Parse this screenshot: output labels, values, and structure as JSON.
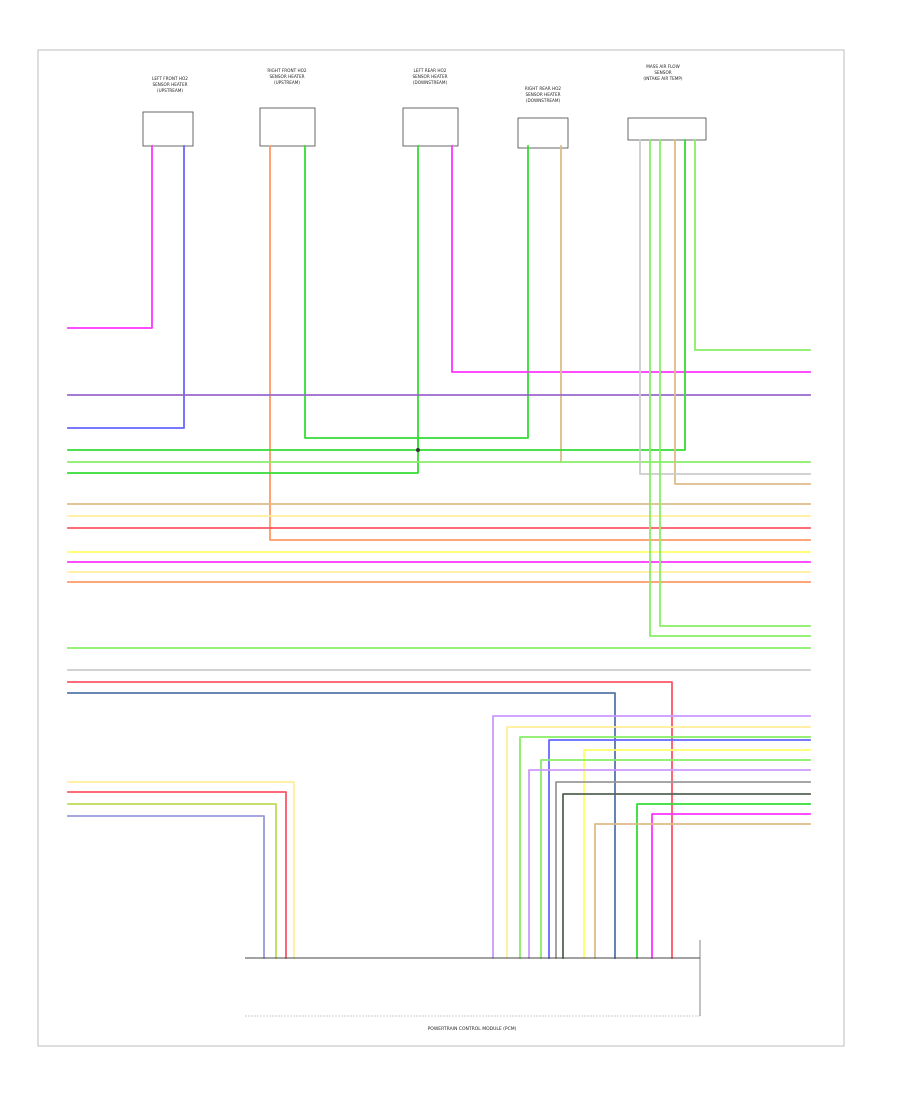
{
  "figure_id": "",
  "pcm": {
    "label": "POWERTRAIN CONTROL MODULE (PCM)"
  },
  "components": [
    {
      "lines": [
        "LEFT FRONT HO2",
        "SENSOR HEATER",
        "(UPSTREAM)"
      ],
      "connector": ""
    },
    {
      "lines": [
        "RIGHT FRONT HO2",
        "SENSOR HEATER",
        "(UPSTREAM)"
      ],
      "connector": ""
    },
    {
      "lines": [
        "LEFT REAR HO2",
        "SENSOR HEATER",
        "(DOWNSTREAM)"
      ],
      "connector": ""
    },
    {
      "lines": [
        "RIGHT REAR HO2",
        "SENSOR HEATER",
        "(DOWNSTREAM)"
      ],
      "connector": ""
    },
    {
      "lines": [
        "MASS AIR FLOW",
        "SENSOR",
        "(INTAKE AIR TEMP)"
      ],
      "connector": ""
    }
  ],
  "wires": {
    "pink": "#ff33ff",
    "blue": "#6666ff",
    "orange": "#ff9966",
    "green": "#33dd33",
    "tan": "#ddbb88",
    "purple": "#9966cc",
    "lightgreen": "#88ee66",
    "yellow": "#ffff66",
    "red": "#ff5566",
    "lightyellow": "#ffee99",
    "lavender": "#cc99ff",
    "steel": "#5577aa",
    "gray": "#999999",
    "dark": "#556655"
  }
}
